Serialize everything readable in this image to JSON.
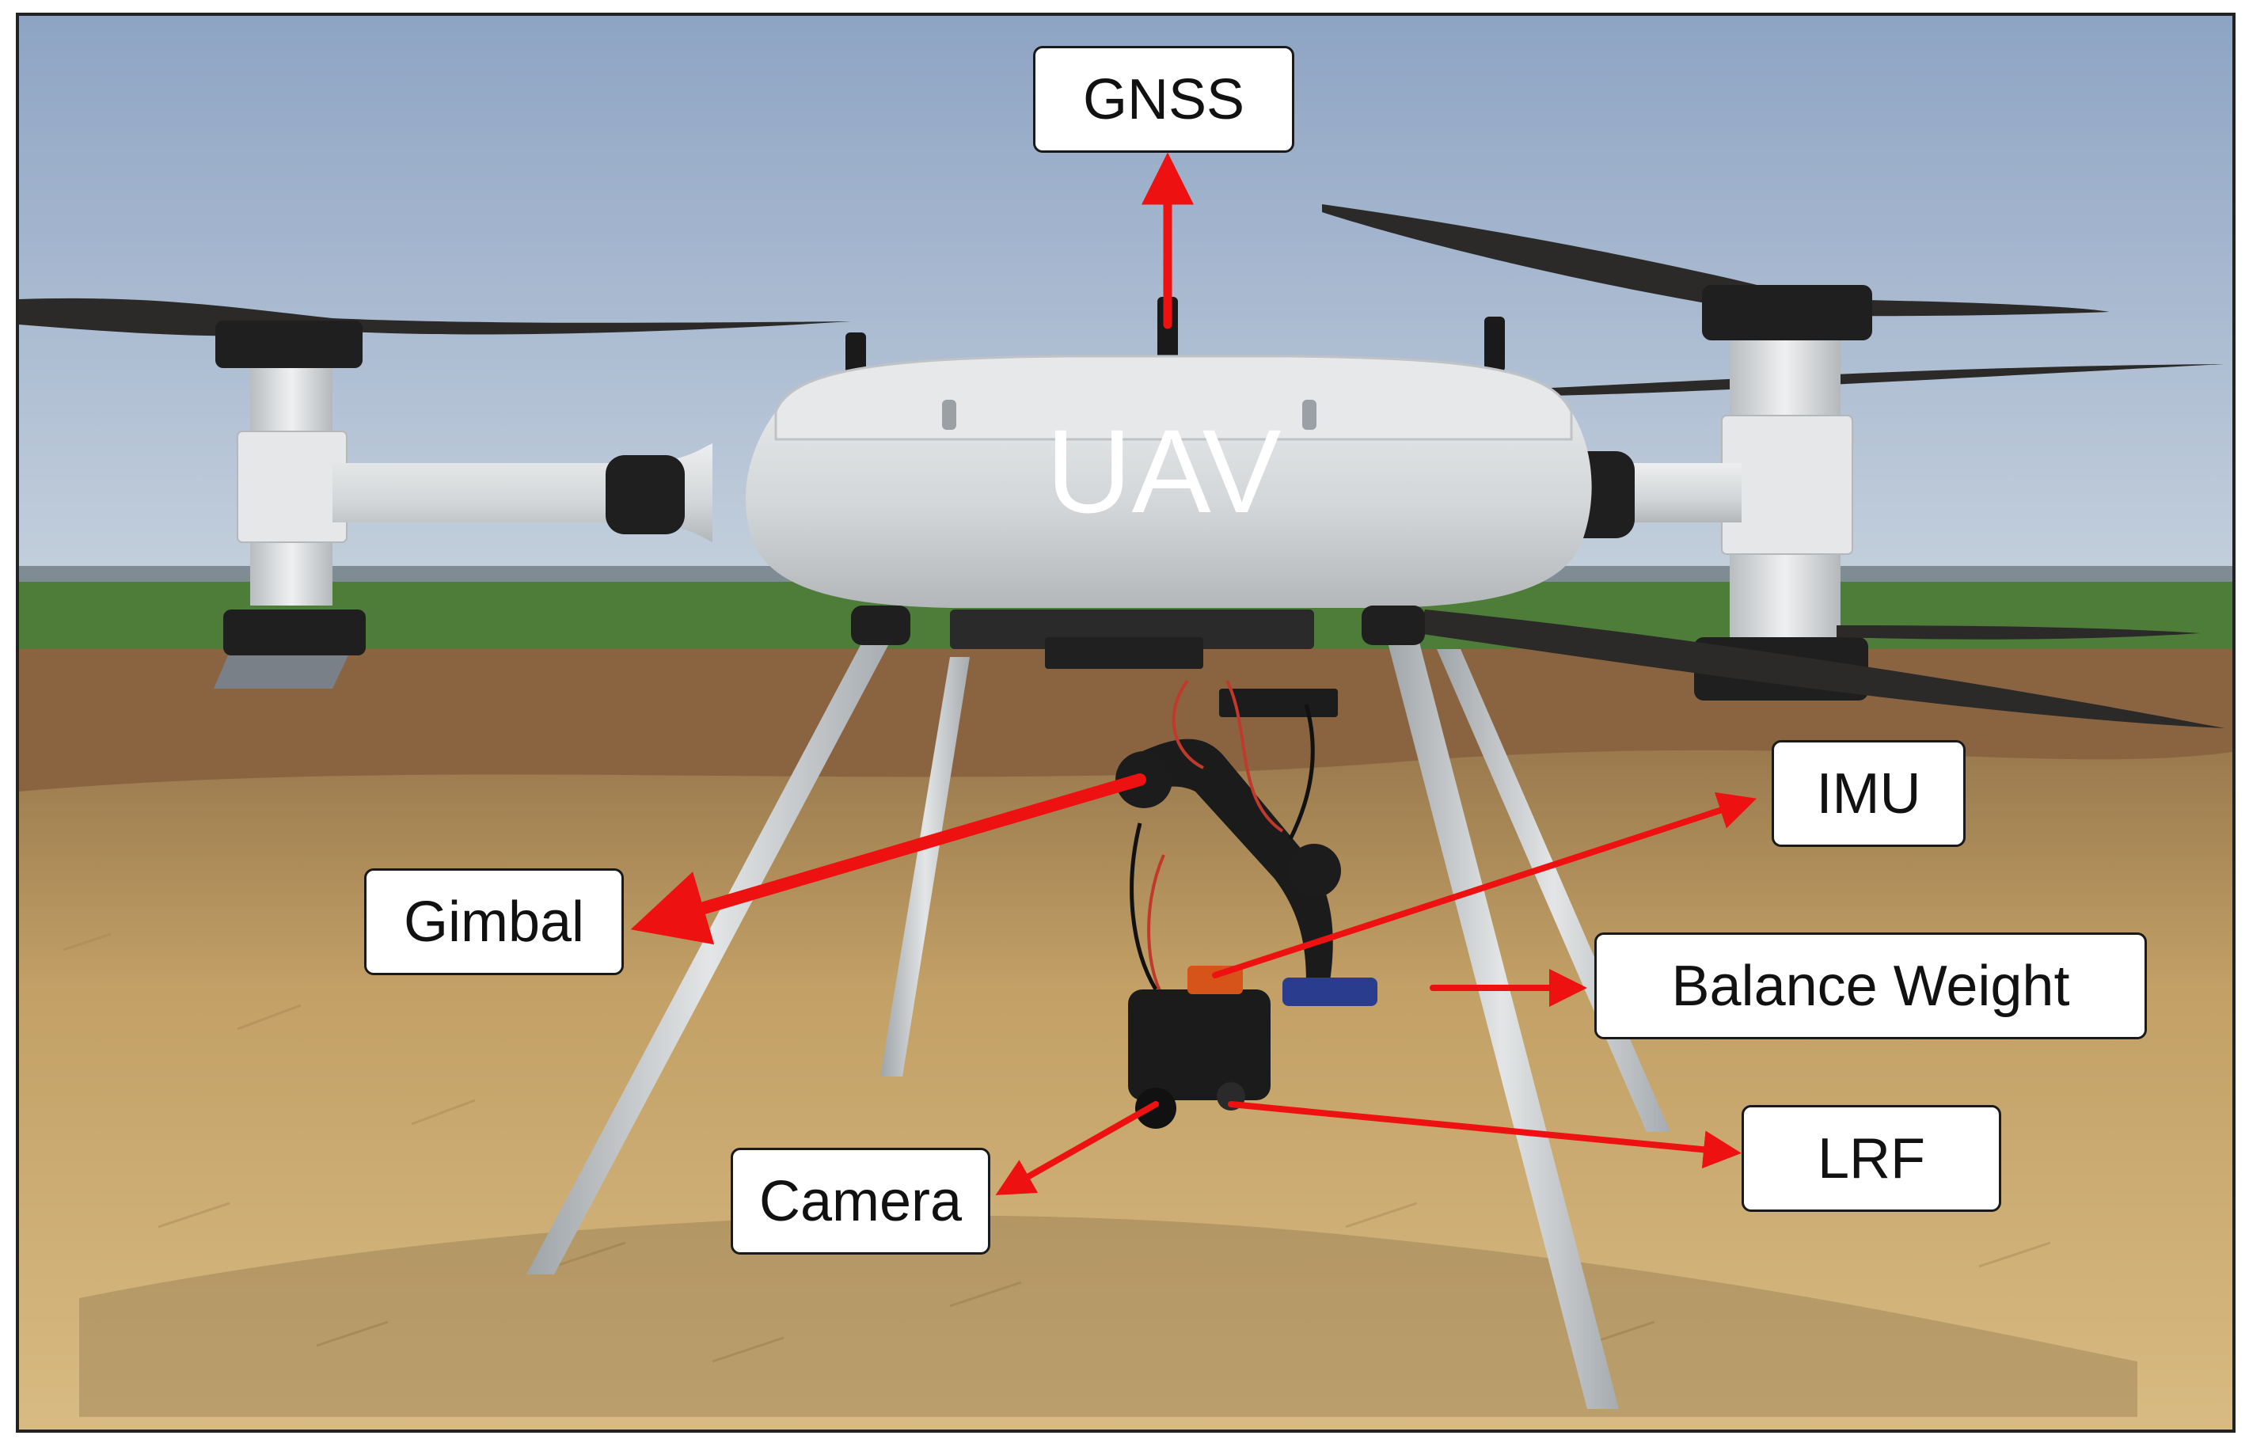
{
  "figure": {
    "main_label": "UAV",
    "callouts": {
      "gnss": "GNSS",
      "imu": "IMU",
      "gimbal": "Gimbal",
      "balance_weight": "Balance Weight",
      "camera": "Camera",
      "lrf": "LRF"
    },
    "colors": {
      "sky_top": "#8ea4c4",
      "sky_bottom": "#c3cfdc",
      "green_field": "#4e7d3a",
      "dry_grass": "#c9a86b",
      "soil": "#8a6440",
      "drone_body": "#d9dcdd",
      "arrow": "#ee1111"
    }
  }
}
